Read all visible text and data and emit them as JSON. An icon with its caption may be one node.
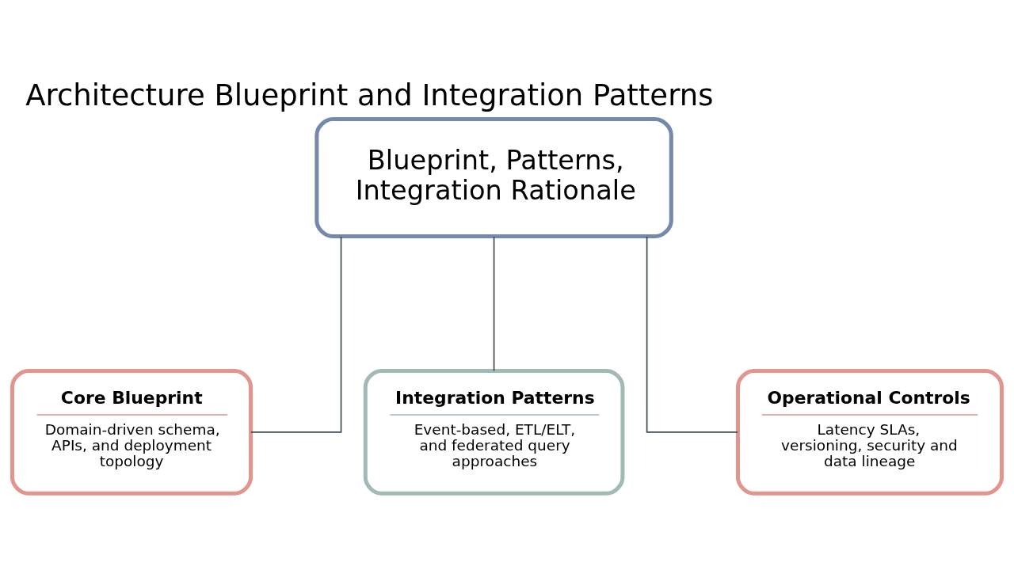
{
  "diagram": {
    "title": "Architecture Blueprint and Integration Patterns",
    "nodes": [
      {
        "text": [
          "Blueprint, Patterns, Integration Rationale"
        ]
      },
      {
        "text": [
          "Core Blueprint",
          "Domain-driven schema, APIs, and deployment topology"
        ]
      },
      {
        "text": [
          "Integration Patterns",
          "Event-based, ETL/ELT, and federated query approaches"
        ]
      },
      {
        "text": [
          "Operational Controls",
          "Latency SLAs, versioning, security and data lineage"
        ]
      }
    ],
    "edges": [
      {
        "from": 0,
        "to": 1,
        "arrow": "none"
      },
      {
        "from": 0,
        "to": 2,
        "arrow": "none"
      },
      {
        "from": 0,
        "to": 3,
        "arrow": "none"
      }
    ]
  }
}
